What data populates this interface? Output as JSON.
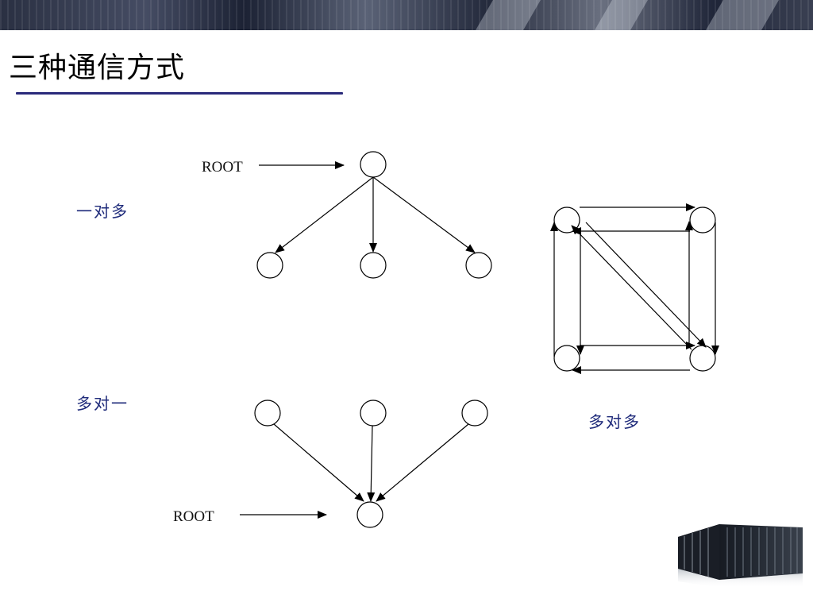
{
  "slide": {
    "title": "三种通信方式"
  },
  "diagrams": {
    "one_to_many": {
      "label": "一对多",
      "root_label": "ROOT"
    },
    "many_to_one": {
      "label": "多对一",
      "root_label": "ROOT"
    },
    "many_to_many": {
      "label": "多对多"
    }
  }
}
